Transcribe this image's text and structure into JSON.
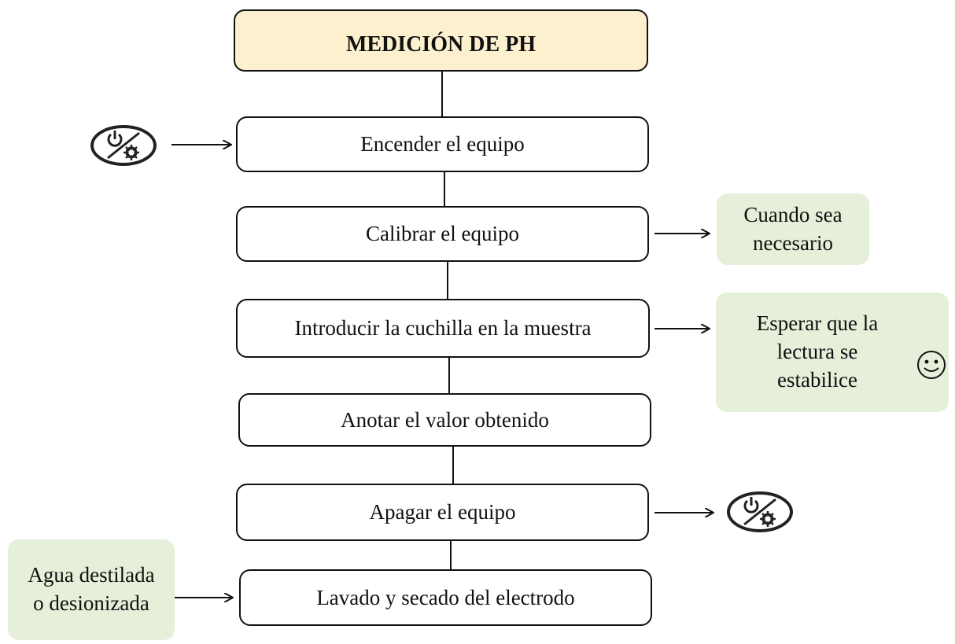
{
  "diagram": {
    "title": "MEDICIÓN DE PH",
    "steps": [
      "Encender el equipo",
      "Calibrar el equipo",
      "Introducir la cuchilla en la muestra",
      "Anotar el valor obtenido",
      "Apagar el equipo",
      "Lavado y secado del electrodo"
    ],
    "notes": {
      "calibrate": "Cuando sea necesario",
      "wait": "Esperar que la lectura se estabilice",
      "water": "Agua destilada o desionizada"
    },
    "colors": {
      "title_fill": "#fdf0cf",
      "note_fill": "#e5efd9",
      "line": "#111111"
    },
    "icons": [
      "power-settings-icon",
      "power-settings-icon",
      "smiley-icon"
    ]
  }
}
